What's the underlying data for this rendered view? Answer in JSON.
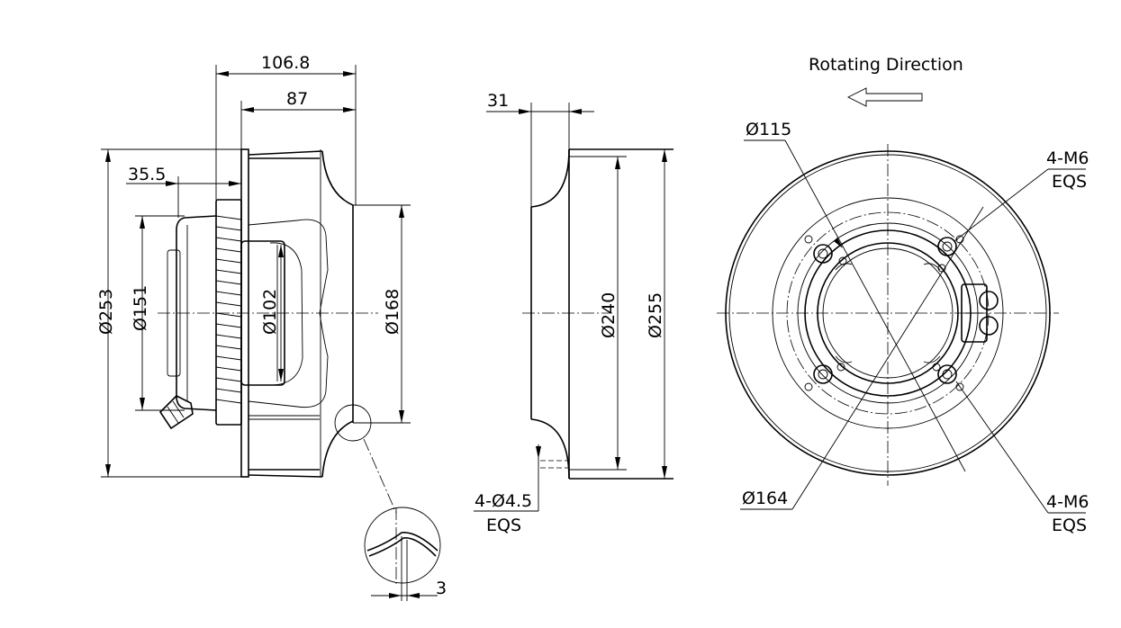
{
  "side_view": {
    "dim_overall_length": "106.8",
    "dim_impeller_length": "87",
    "dim_motor_offset": "35.5",
    "dim_dia_253": "Ø253",
    "dim_dia_151": "Ø151",
    "dim_dia_102": "Ø102",
    "dim_dia_168": "Ø168"
  },
  "detail_view": {
    "dim_thickness": "3"
  },
  "inlet_ring_view": {
    "dim_depth": "31",
    "dim_dia_240": "Ø240",
    "dim_dia_255": "Ø255",
    "hole_spec": "4-Ø4.5",
    "hole_spec_note": "EQS"
  },
  "front_view": {
    "rotating_direction_label": "Rotating Direction",
    "dim_dia_115": "Ø115",
    "dim_dia_164": "Ø164",
    "thread_spec_top": "4-M6",
    "thread_spec_top_note": "EQS",
    "thread_spec_bottom": "4-M6",
    "thread_spec_bottom_note": "EQS"
  },
  "colors": {
    "line": "#000000",
    "background": "#ffffff"
  }
}
